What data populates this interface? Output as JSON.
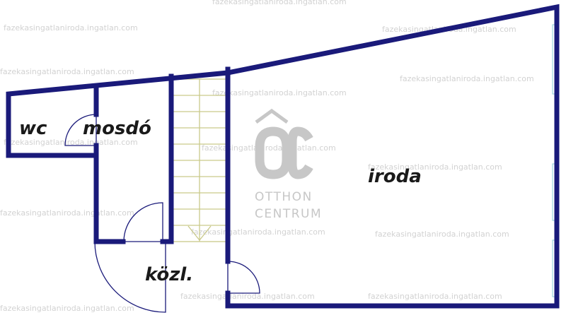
{
  "rooms": {
    "wc": "wc",
    "mosdo": "mosdó",
    "kozl": "közl.",
    "iroda": "iroda"
  },
  "logo": {
    "mark": "ÔC",
    "line1": "OTTHON",
    "line2": "CENTRUM"
  },
  "watermark": "fazekasingatlaniroda.ingatlan.com",
  "colors": {
    "wall": "#1a1a7a",
    "stair": "#c9c98a",
    "window": "#9ed6e0",
    "watermark": "#d2d2d2"
  }
}
